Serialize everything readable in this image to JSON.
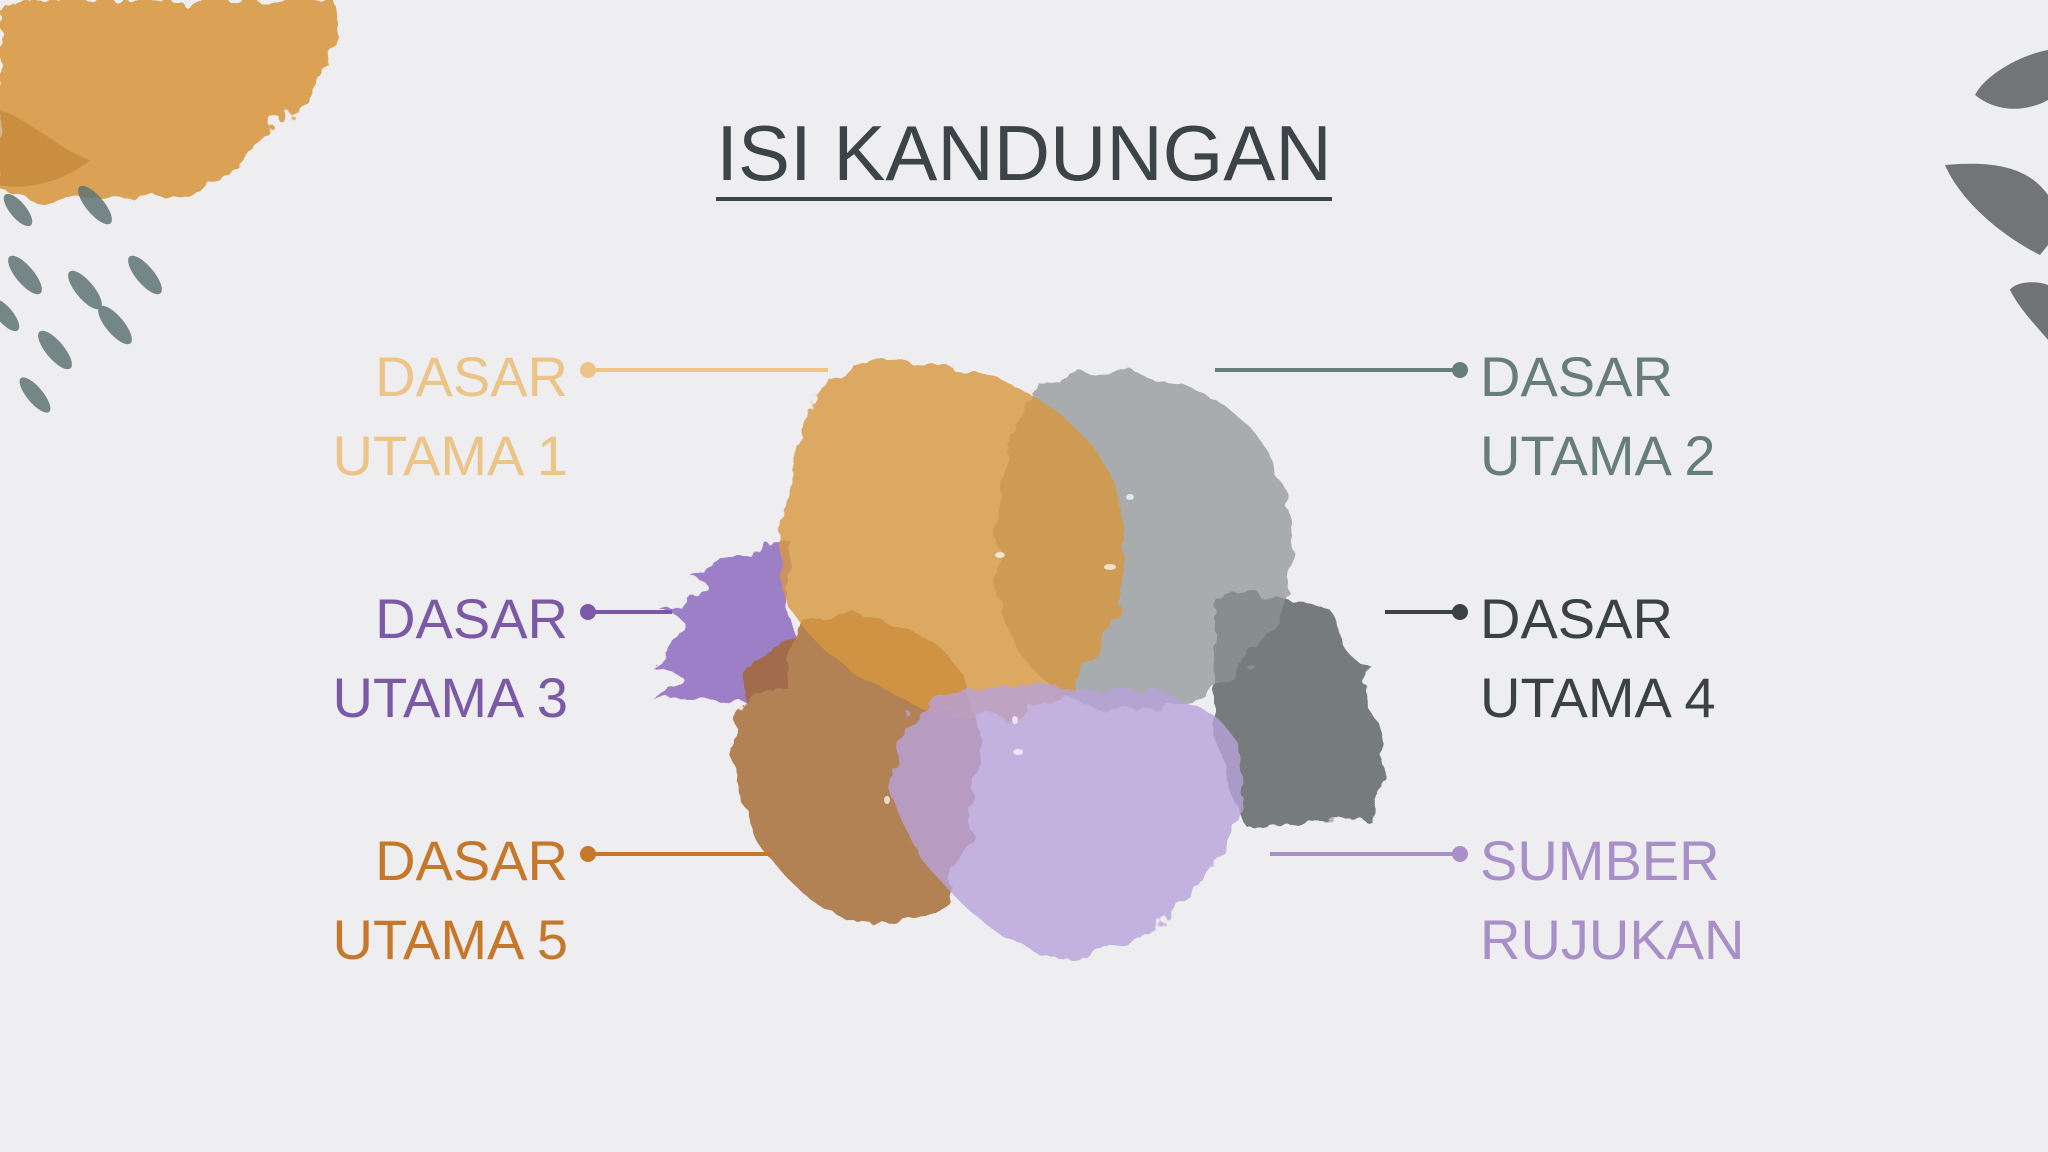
{
  "title": "ISI KANDUNGAN",
  "items": [
    {
      "line1": "DASAR",
      "line2": "UTAMA 1",
      "color": "#ecc488",
      "side": "left"
    },
    {
      "line1": "DASAR",
      "line2": "UTAMA 2",
      "color": "#667d79",
      "side": "right"
    },
    {
      "line1": "DASAR",
      "line2": "UTAMA 3",
      "color": "#7b59a6",
      "side": "left"
    },
    {
      "line1": "DASAR",
      "line2": "UTAMA 4",
      "color": "#3a4244",
      "side": "right"
    },
    {
      "line1": "DASAR",
      "line2": "UTAMA 5",
      "color": "#c5782a",
      "side": "left"
    },
    {
      "line1": "SUMBER",
      "line2": "RUJUKAN",
      "color": "#a98fc8",
      "side": "right"
    }
  ],
  "colors": {
    "background": "#eeeef0",
    "title": "#3b4446",
    "ochre": "#d8983f",
    "grey": "#8f9496",
    "slate": "#5d6766",
    "brown": "#a4672f",
    "lavender": "#b9a2dc",
    "purple": "#8a6bbd"
  }
}
